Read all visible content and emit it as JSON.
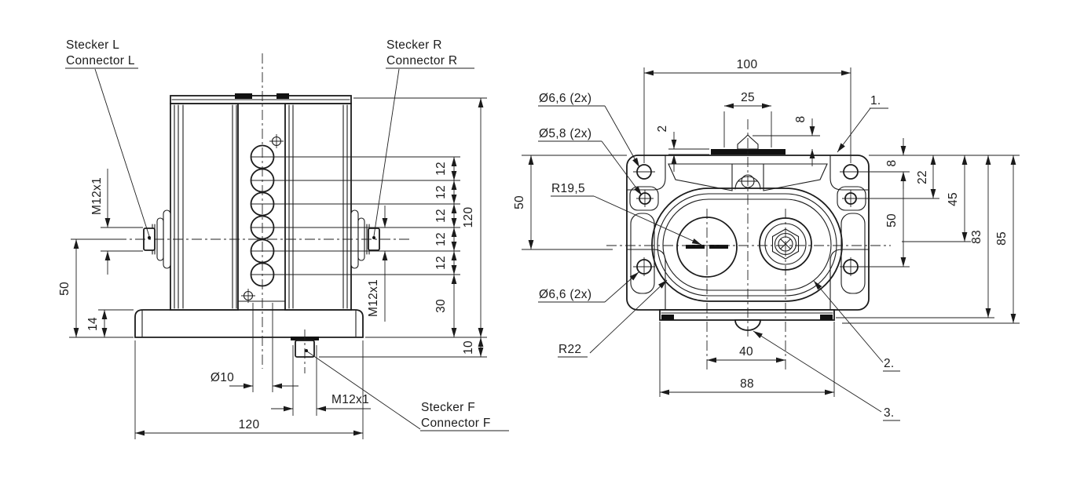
{
  "front_view": {
    "callout_l": {
      "l1": "Stecker L",
      "l2": "Connector L"
    },
    "callout_r": {
      "l1": "Stecker R",
      "l2": "Connector R"
    },
    "callout_f": {
      "l1": "Stecker F",
      "l2": "Connector F"
    },
    "dims": {
      "m12_left": "M12x1",
      "h50": "50",
      "h14": "14",
      "dia10": "Ø10",
      "m12_front": "M12x1",
      "w120": "120",
      "pitch": [
        "12",
        "12",
        "12",
        "12",
        "12"
      ],
      "h30": "30",
      "h120": "120",
      "h10": "10",
      "m12_right": "M12x1"
    }
  },
  "top_view": {
    "dims": {
      "w100": "100",
      "w25": "25",
      "t2": "2",
      "h8_top": "8",
      "h8_right": "8",
      "h22": "22",
      "h50_right": "50",
      "h45": "45",
      "h83": "83",
      "h85": "85",
      "h50_left": "50",
      "w40": "40",
      "w88": "88"
    },
    "callouts": {
      "dia66_top": "Ø6,6 (2x)",
      "dia58": "Ø5,8 (2x)",
      "r19": "R19,5",
      "dia66_bottom": "Ø6,6 (2x)",
      "r22": "R22",
      "n1": "1.",
      "n2": "2.",
      "n3": "3."
    }
  }
}
